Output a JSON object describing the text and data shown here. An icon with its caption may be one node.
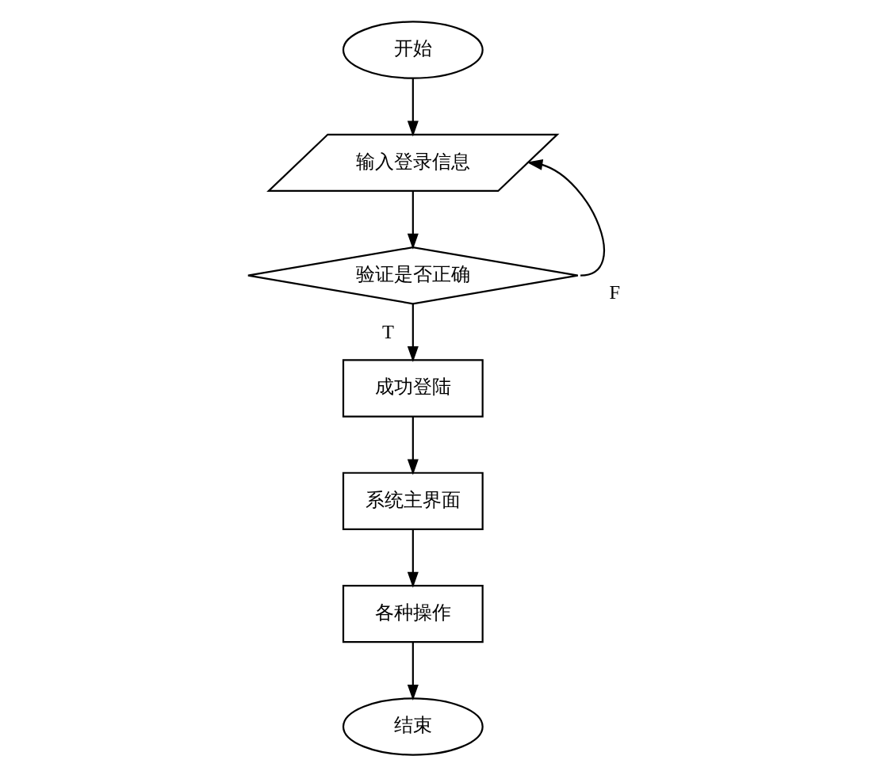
{
  "diagram": {
    "nodes": [
      {
        "text": [
          "开始"
        ]
      },
      {
        "text": [
          "输入登录信息"
        ]
      },
      {
        "text": [
          "验证是否正确"
        ]
      },
      {
        "text": [
          "成功登陆"
        ]
      },
      {
        "text": [
          "系统主界面"
        ]
      },
      {
        "text": [
          "各种操作"
        ]
      },
      {
        "text": [
          "结束"
        ]
      }
    ],
    "edges": [
      {
        "from": 0,
        "to": 1,
        "arrow": "to"
      },
      {
        "from": 1,
        "to": 2,
        "arrow": "to"
      },
      {
        "from": 2,
        "to": 1,
        "arrow": "to",
        "label": "F"
      },
      {
        "from": 2,
        "to": 3,
        "arrow": "to",
        "label": "T"
      },
      {
        "from": 3,
        "to": 4,
        "arrow": "to"
      },
      {
        "from": 4,
        "to": 5,
        "arrow": "to"
      },
      {
        "from": 5,
        "to": 6,
        "arrow": "to"
      }
    ]
  }
}
